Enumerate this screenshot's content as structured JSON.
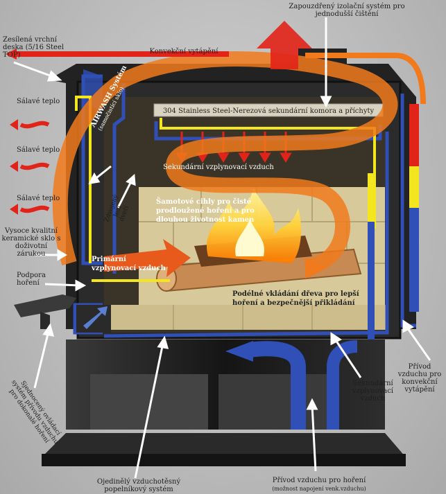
{
  "labels": {
    "steel_top": "Zesílená vrchní deska (5/16 Steel TOP)",
    "convection_heating": "Konvekční vytápění",
    "insulation_system": "Zapouzdřený izolační systém pro jednodušší čištění",
    "radiant_heat_1": "Sálavé teplo",
    "radiant_heat_2": "Sálavé teplo",
    "radiant_heat_3": "Sálavé teplo",
    "stainless_chamber": "304 Stainless Steel-Nerezová sekundární komora a příchyty",
    "secondary_gasification_air_inner": "Sekundární vzplynovací vzduch",
    "airwash_title": "AIRWASH Systém",
    "airwash_sub": "(samočistící sklo)",
    "reinforced_door_frame": "Zdvojený lem dveří",
    "firebricks": "Šamotové cihly pro čisté prodloužené hoření a pro dlouhou životnost kamen",
    "glass": "Vysoce kvalitní keramické sklo s doživotní zárukou",
    "primary_air": "Primární vzplynovací vzduch",
    "combustion_support": "Podpora hoření",
    "log_loading": "Podélné vkládání dřeva pro lepší hoření a bezpečnější přikládání",
    "unified_controls": "Sjednocený ovládací systém přívodu vzduchu pro dokonalé hoření",
    "secondary_gasification_air_outer": "Sekundární vzplynovací vzduch",
    "convection_air_intake": "Přívod vzduchu pro konvekční vytápění",
    "ash_system": "Ojedinělý vzduchotěsný popelníkový systém",
    "combustion_air_intake": "Přívod vzduchu pro hoření",
    "combustion_air_intake_note": "(možnost napojení venk.vzduchu)"
  },
  "colors": {
    "hot_air": "#e2231a",
    "warm_air": "#f07a1c",
    "cool_air": "#3050b8",
    "yellow_air": "#f4e61e",
    "stove_body": "#1f1f1f",
    "firebrick": "#d8c99a"
  }
}
